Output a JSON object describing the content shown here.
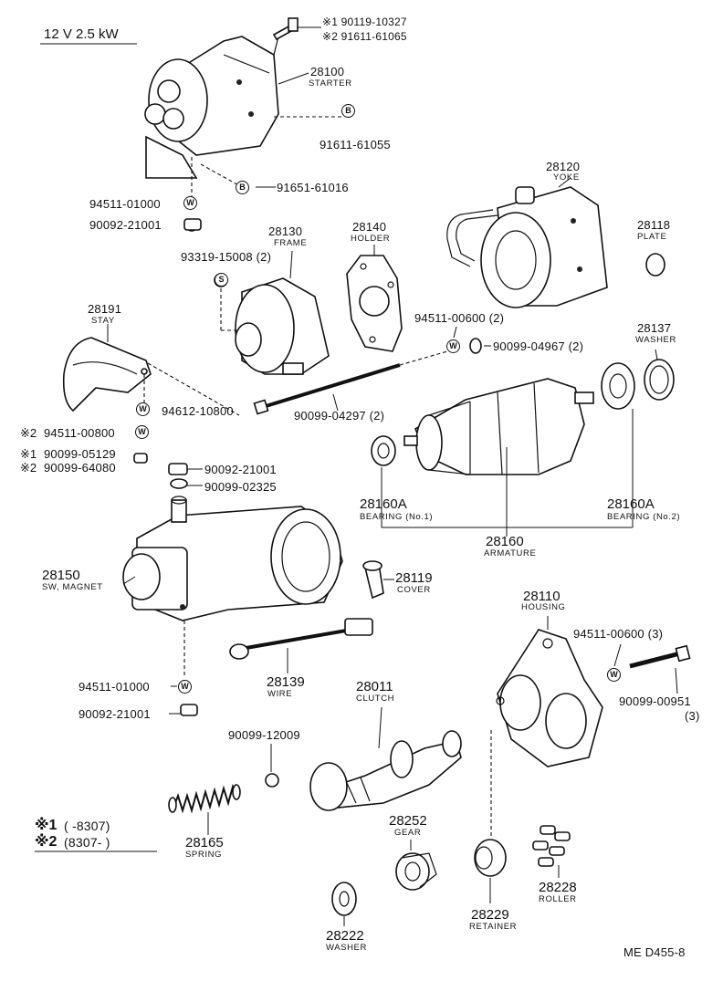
{
  "header": {
    "rating": "12 V  2.5 kW"
  },
  "footer": {
    "code": "ME  D455-8"
  },
  "legend": {
    "line1_mark": "※1",
    "line1_range": "(      -8307)",
    "line2_mark": "※2",
    "line2_range": "(8307-      )"
  },
  "callouts": {
    "bolt_top_1": "※1 90119-10327",
    "bolt_top_2": "※2 91611-61065",
    "starter_no": "28100",
    "starter_name": "STARTER",
    "bolt_b1": "91611-61055",
    "bolt_b1_mark": "B",
    "bolt_b2": "91651-61016",
    "bolt_b2_mark": "B",
    "washer_w1": "94511-01000",
    "washer_w1_mark": "W",
    "nut_1": "90092-21001",
    "frame_no": "28130",
    "frame_name": "FRAME",
    "screw_s": "93319-15008 (2)",
    "screw_s_mark": "S",
    "holder_no": "28140",
    "holder_name": "HOLDER",
    "yoke_no": "28120",
    "yoke_name": "YOKE",
    "plate_no": "28118",
    "plate_name": "PLATE",
    "stay_no": "28191",
    "stay_name": "STAY",
    "washer_w2": "94511-00600 (2)",
    "washer_w2_mark": "W",
    "washer_plain_1": "90099-04967 (2)",
    "washer_no": "28137",
    "washer_name": "WASHER",
    "washer_w3": "94612-10800",
    "washer_w3_mark": "W",
    "through_bolt": "90099-04297 (2)",
    "washer_w4": "94511-00800",
    "washer_w4_mark": "W",
    "washer_w4_ast": "※2",
    "nut_ast1_mark": "※1",
    "nut_ast1": "90099-05129",
    "nut_ast2_mark": "※2",
    "nut_ast2": "90099-64080",
    "nut_2": "90092-21001",
    "washer_plain_2": "90099-02325",
    "bearing1_no": "28160A",
    "bearing1_name": "BEARING (No.1)",
    "bearing2_no": "28160A",
    "bearing2_name": "BEARING (No.2)",
    "armature_no": "28160",
    "armature_name": "ARMATURE",
    "magnet_no": "28150",
    "magnet_name": "SW, MAGNET",
    "cover_no": "28119",
    "cover_name": "COVER",
    "housing_no": "28110",
    "housing_name": "HOUSING",
    "washer_w5": "94511-00600 (3)",
    "washer_w5_mark": "W",
    "bolt_housing": "90099-00951",
    "bolt_housing_qty": "(3)",
    "wire_no": "28139",
    "wire_name": "WIRE",
    "washer_w6": "94511-01000",
    "washer_w6_mark": "W",
    "nut_3": "90092-21001",
    "ball": "90099-12009",
    "clutch_no": "28011",
    "clutch_name": "CLUTCH",
    "spring_no": "28165",
    "spring_name": "SPRING",
    "gear_no": "28252",
    "gear_name": "GEAR",
    "retainer_no": "28229",
    "retainer_name": "RETAINER",
    "roller_no": "28228",
    "roller_name": "ROLLER",
    "washer2_no": "28222",
    "washer2_name": "WASHER"
  }
}
